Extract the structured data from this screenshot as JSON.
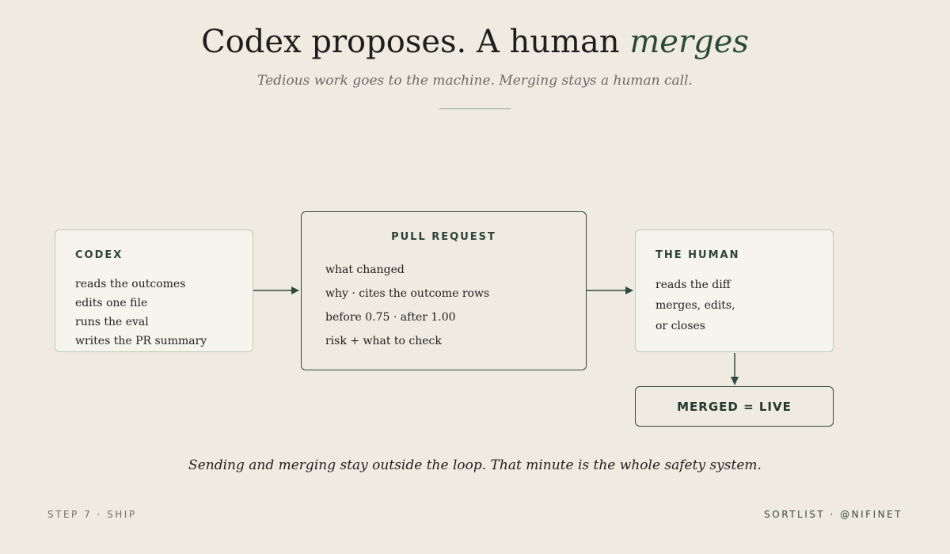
{
  "header": {
    "title_main": "Codex proposes. A human ",
    "title_accent": "merges",
    "subtitle": "Tedious work goes to the machine. Merging stays a human call."
  },
  "diagram": {
    "codex": {
      "heading": "CODEX",
      "lines": [
        "reads the outcomes",
        "edits one file",
        "runs the eval",
        "writes the PR summary"
      ]
    },
    "pull_request": {
      "heading": "PULL REQUEST",
      "lines": [
        "what changed",
        "why · cites the outcome rows",
        "before 0.75 · after 1.00",
        "risk + what to check"
      ]
    },
    "human": {
      "heading": "THE HUMAN",
      "lines": [
        "reads the diff",
        "merges, edits,",
        "or closes"
      ]
    },
    "merged": {
      "label": "MERGED = LIVE"
    }
  },
  "footer": {
    "note": "Sending and merging stay outside the loop. That minute is the whole safety system.",
    "step": "STEP 7 · SHIP",
    "credit": "SORTLIST · @NIFINET"
  },
  "colors": {
    "background": "#efebe0",
    "accent": "#2b4a3a",
    "box_light_border": "#b9cbb7",
    "box_strong_border": "#2f4a3c"
  }
}
